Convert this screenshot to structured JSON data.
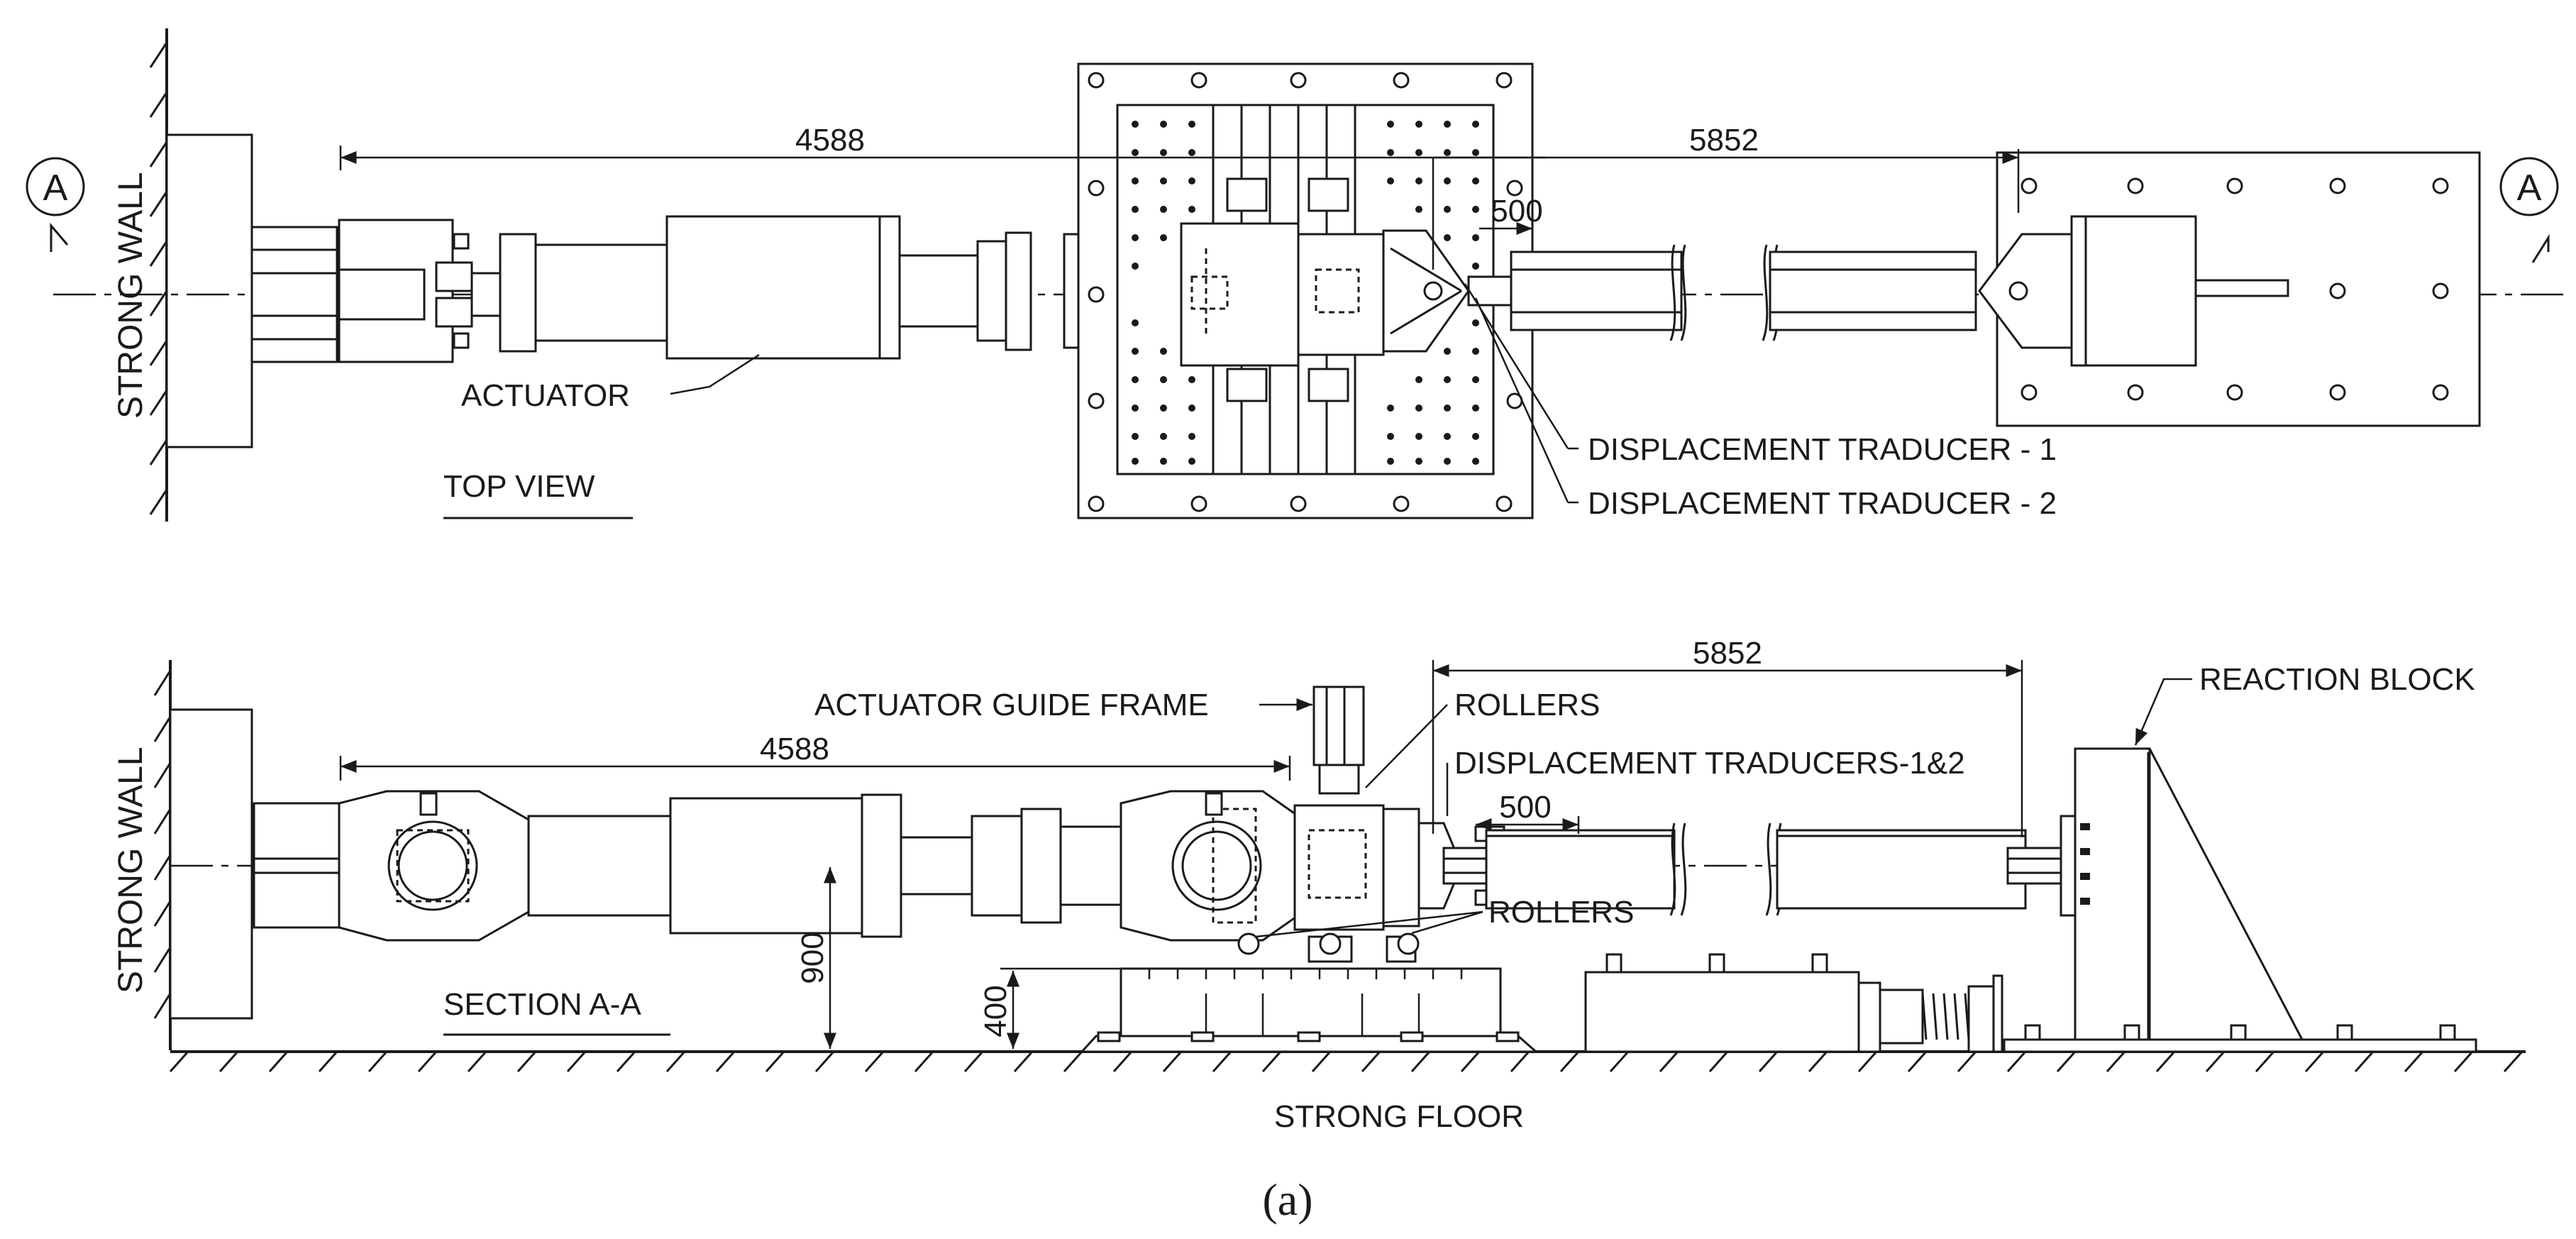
{
  "top_view": {
    "section_marker_left": "A",
    "section_marker_right": "A",
    "strong_wall_label": "STRONG WALL",
    "dim_actuator_span": "4588",
    "dim_specimen_span": "5852",
    "dim_gauge": "500",
    "actuator_label": "ACTUATOR",
    "view_title": "TOP VIEW",
    "transducer_1_label": "DISPLACEMENT TRADUCER - 1",
    "transducer_2_label": "DISPLACEMENT TRADUCER - 2"
  },
  "section_view": {
    "strong_wall_label": "STRONG WALL",
    "guide_frame_label": "ACTUATOR GUIDE FRAME",
    "rollers_upper_label": "ROLLERS",
    "rollers_lower_label": "ROLLERS",
    "transducers_label": "DISPLACEMENT TRADUCERS-1&2",
    "reaction_block_label": "REACTION BLOCK",
    "dim_actuator_span": "4588",
    "dim_specimen_span": "5852",
    "dim_gauge": "500",
    "dim_height_900": "900",
    "dim_height_400": "400",
    "view_title": "SECTION A-A",
    "strong_floor_label": "STRONG FLOOR"
  },
  "caption": "(a)"
}
